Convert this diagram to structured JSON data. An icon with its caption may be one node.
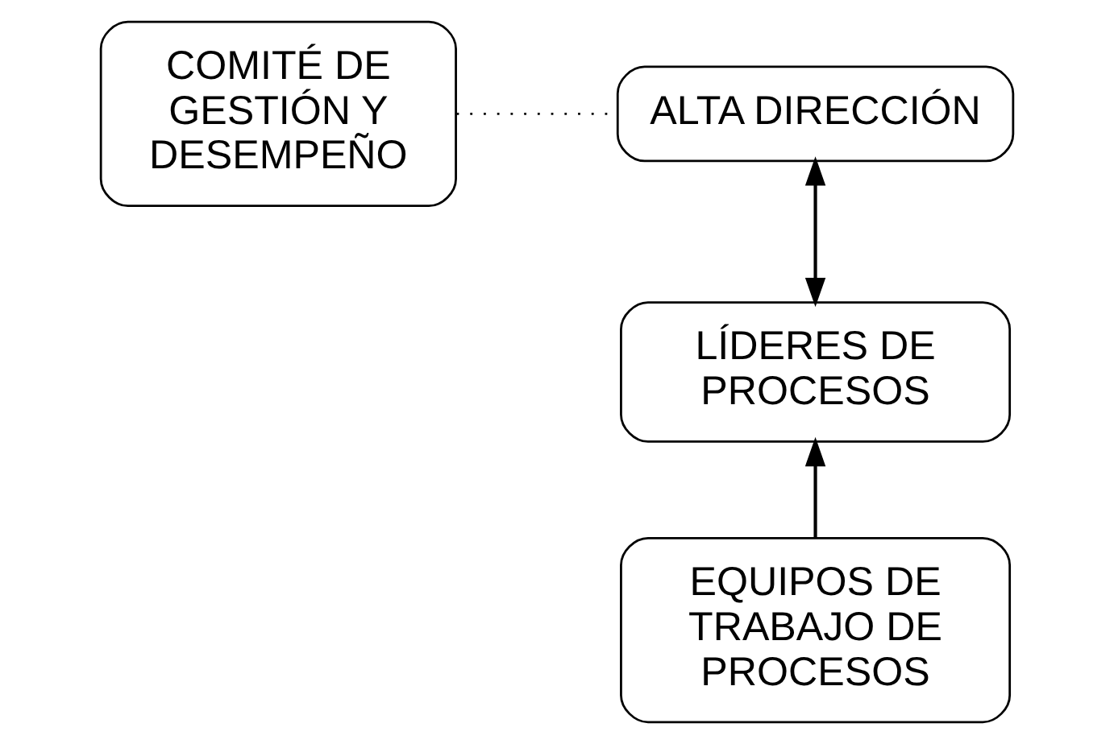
{
  "diagram": {
    "nodes": [
      {
        "text": [
          "COMITÉ DE GESTIÓN Y DESEMPEÑO"
        ]
      },
      {
        "text": [
          "ALTA DIRECCIÓN"
        ]
      },
      {
        "text": [
          "LÍDERES DE PROCESOS"
        ]
      },
      {
        "text": [
          "EQUIPOS DE TRABAJO DE PROCESOS"
        ]
      }
    ],
    "edges": [
      {
        "from": 0,
        "to": 1,
        "arrow": "none",
        "style": "dashed"
      },
      {
        "from": 1,
        "to": 2,
        "arrow": "both"
      },
      {
        "from": 3,
        "to": 2,
        "arrow": "to"
      }
    ]
  }
}
